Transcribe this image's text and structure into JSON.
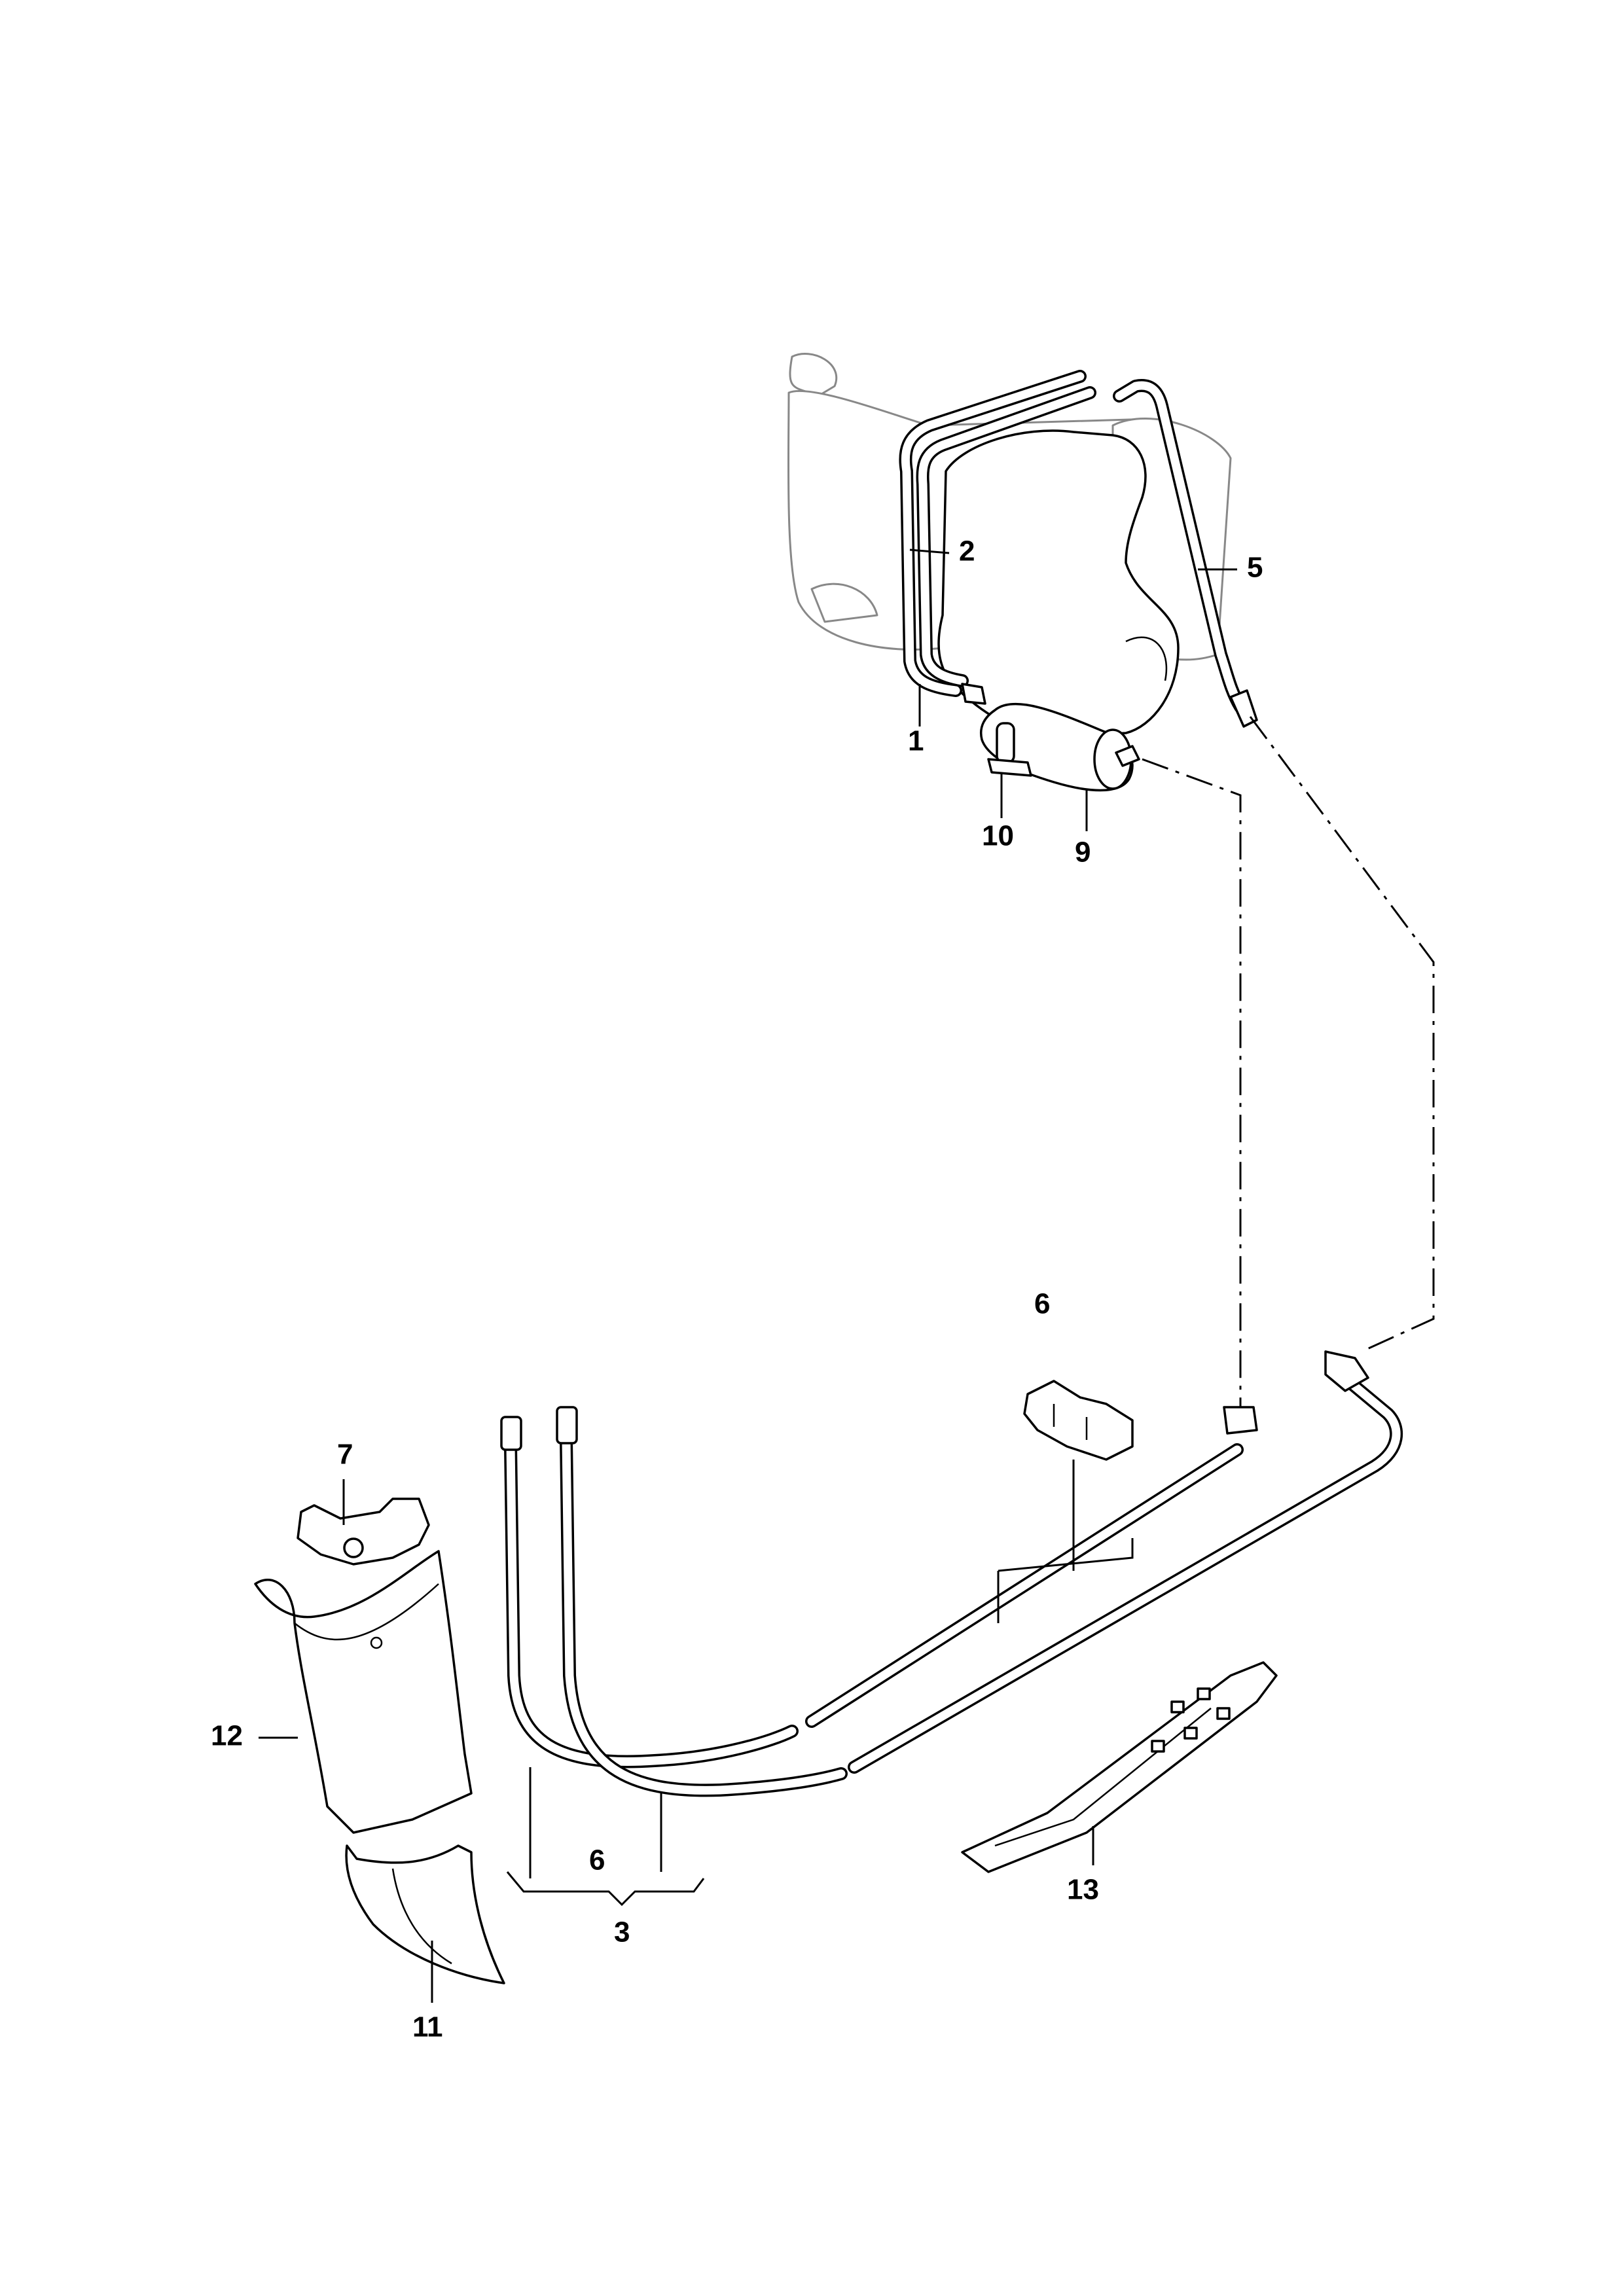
{
  "diagram": {
    "callouts": [
      {
        "id": "1",
        "label": "1"
      },
      {
        "id": "2",
        "label": "2"
      },
      {
        "id": "3",
        "label": "3"
      },
      {
        "id": "5",
        "label": "5"
      },
      {
        "id": "6a",
        "label": "6"
      },
      {
        "id": "6b",
        "label": "6"
      },
      {
        "id": "7",
        "label": "7"
      },
      {
        "id": "9",
        "label": "9"
      },
      {
        "id": "10",
        "label": "10"
      },
      {
        "id": "11",
        "label": "11"
      },
      {
        "id": "12",
        "label": "12"
      },
      {
        "id": "13",
        "label": "13"
      }
    ]
  }
}
